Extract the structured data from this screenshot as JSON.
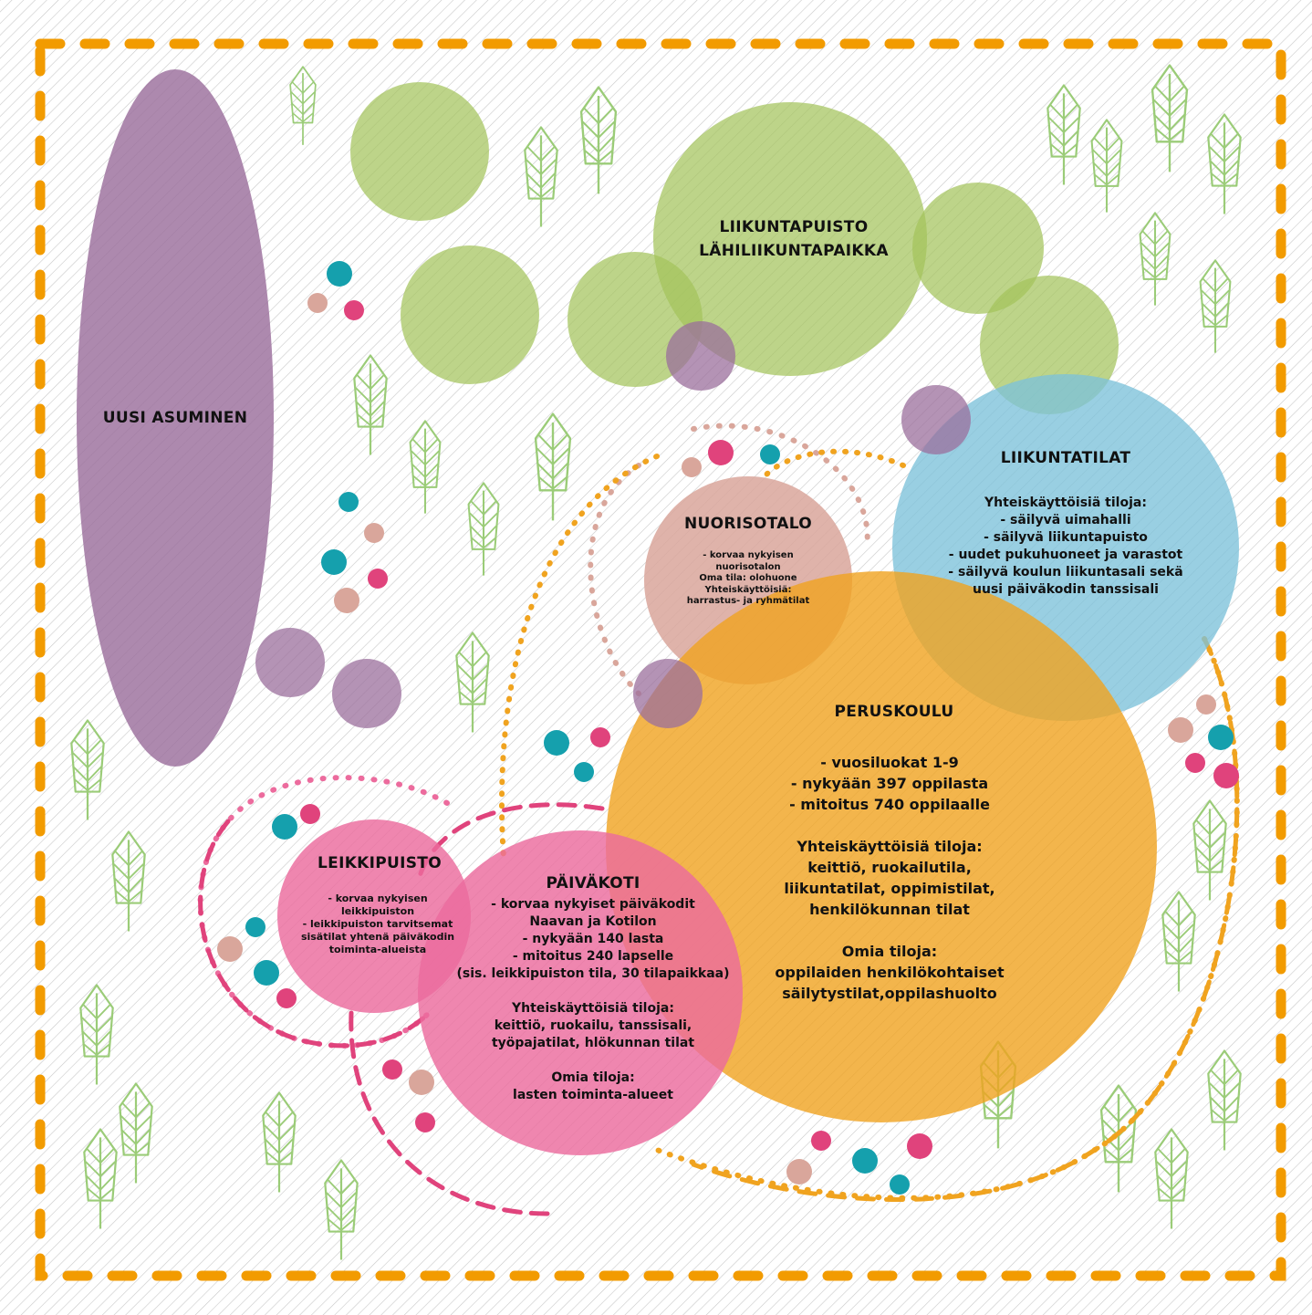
{
  "colors": {
    "green": "#a4c35c",
    "purple": "#9b6f9c",
    "blue": "#7cc1da",
    "orange": "#f0a31f",
    "pink": "#ec6b9d",
    "tan": "#d9a69b",
    "teal": "#15a0ad",
    "hotpink": "#e0437c",
    "tree": "#9bcc78",
    "border": "#f29b00",
    "hatch": "#cfcfcf"
  },
  "zones": {
    "uusi_asuminen": {
      "title": "UUSI ASUMINEN"
    },
    "liikuntapuisto": {
      "title": "LIIKUNTAPUISTO\nLÄHILIIKUNTAPAIKKA"
    },
    "liikuntatilat": {
      "title": "LIIKUNTATILAT",
      "body": "Yhteiskäyttöisiä tiloja:\n- säilyvä uimahalli\n- säilyvä liikuntapuisto\n- uudet pukuhuoneet ja varastot\n- säilyvä koulun liikuntasali sekä\nuusi päiväkodin tanssisali"
    },
    "nuorisotalo": {
      "title": "NUORISOTALO",
      "body": "- korvaa nykyisen\nnuorisotalon\nOma tila: olohuone\nYhteiskäyttöisiä:\nharrastus- ja ryhmätilat"
    },
    "peruskoulu": {
      "title": "PERUSKOULU",
      "body": "-  vuosiluokat 1-9\n- nykyään 397 oppilasta\n- mitoitus 740 oppilaalle\n\nYhteiskäyttöisiä tiloja:\nkeittiö, ruokailutila,\nliikuntatilat, oppimistilat,\nhenkilökunnan tilat\n\nOmia tiloja:\noppilaiden henkilökohtaiset\nsäilytystilat,oppilashuolto"
    },
    "leikkipuisto": {
      "title": "LEIKKIPUISTO",
      "body": "- korvaa nykyisen\nleikkipuiston\n- leikkipuiston tarvitsemat\nsisätilat yhtenä päiväkodin\ntoiminta-alueista"
    },
    "paivakoti": {
      "title": "PÄIVÄKOTI",
      "body": "- korvaa nykyiset päiväkodit\nNaavan ja Kotilon\n- nykyään 140 lasta\n- mitoitus 240 lapselle\n(sis. leikkipuiston tila, 30 tilapaikkaa)\n\nYhteiskäyttöisiä tiloja:\nkeittiö, ruokailu, tanssisali,\ntyöpajatilat, hlökunnan tilat\n\nOmia tiloja:\nlasten toiminta-alueet"
    }
  }
}
